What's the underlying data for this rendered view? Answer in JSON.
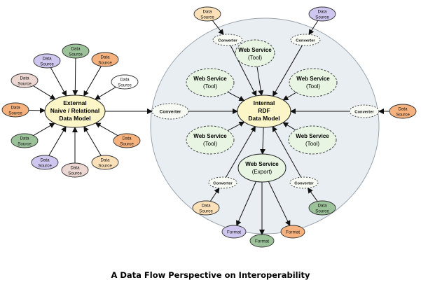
{
  "caption": "A Data Flow Perspective on Interoperability",
  "colors": {
    "cloud_fill": "#e9eef3",
    "cloud_stroke": "#9aa4ad",
    "hub_fill": "#fbf5c8",
    "service_fill": "#e8f5e2",
    "converter_fill": "#f7fbf3",
    "purple": "#cfc7ef",
    "green": "#9cc29a",
    "orange": "#f5b27e",
    "peach": "#fbe0b8",
    "pink": "#ecd7d2",
    "white": "#ffffff"
  },
  "external_model": {
    "line1": "External",
    "line2": "Naive / Relational",
    "line3": "Data Model"
  },
  "internal_model": {
    "line1": "Internal",
    "line2": "RDF",
    "line3": "Data Model"
  },
  "web_services": [
    {
      "line1": "Web Service",
      "line2": "(Tool)"
    },
    {
      "line1": "Web Service",
      "line2": "(Tool)"
    },
    {
      "line1": "Web Service",
      "line2": "(Tool)"
    },
    {
      "line1": "Web Service",
      "line2": "(Tool)"
    },
    {
      "line1": "Web Service",
      "line2": "(Tool)"
    }
  ],
  "export_service": {
    "line1": "Web Service",
    "line2": "(Export)"
  },
  "converter_label": "Converter",
  "data_source": {
    "line1": "Data",
    "line2": "Source"
  },
  "format_label": "Format"
}
